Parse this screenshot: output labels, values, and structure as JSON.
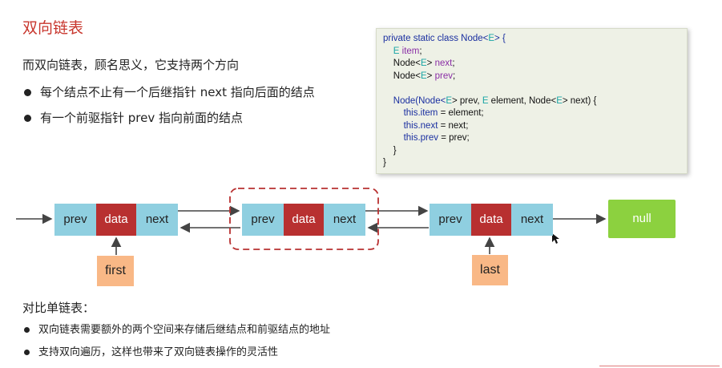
{
  "title": "双向链表",
  "intro": "而双向链表，顾名思义，它支持两个方向",
  "bullets": [
    "每个结点不止有一个后继指针 next 指向后面的结点",
    "有一个前驱指针 prev 指向前面的结点"
  ],
  "code": {
    "l1_a": "private static class Node<",
    "l1_e": "E",
    "l1_b": "> {",
    "l2_e": "E",
    "l2_f": "item",
    "l2_b": ";",
    "l3_a": "Node<",
    "l3_e": "E",
    "l3_b": "> ",
    "l3_f": "next",
    "l3_c": ";",
    "l4_a": "Node<",
    "l4_e": "E",
    "l4_b": "> ",
    "l4_f": "prev",
    "l4_c": ";",
    "l6_a": "Node(Node<",
    "l6_e1": "E",
    "l6_b": "> prev, ",
    "l6_e2": "E",
    "l6_c": " element, Node<",
    "l6_e3": "E",
    "l6_d": "> next) {",
    "l7_k": "this.",
    "l7_f": "item",
    "l7_b": " = element;",
    "l8_k": "this.",
    "l8_f": "next",
    "l8_b": " = next;",
    "l9_k": "this.",
    "l9_f": "prev",
    "l9_b": " = prev;",
    "l10": "}",
    "l11": "}"
  },
  "nodes": [
    {
      "prev": "prev",
      "data": "data",
      "next": "next"
    },
    {
      "prev": "prev",
      "data": "data",
      "next": "next"
    },
    {
      "prev": "prev",
      "data": "data",
      "next": "next"
    }
  ],
  "null_label": "null",
  "first_label": "first",
  "last_label": "last",
  "compare_title": "对比单链表：",
  "compare_bullets": [
    "双向链表需要额外的两个空间来存储后继结点和前驱结点的地址",
    "支持双向遍历，这样也带来了双向链表操作的灵活性"
  ],
  "colors": {
    "title": "#c8362d",
    "node_blue": "#8fcfe0",
    "node_red": "#b83030",
    "null_green": "#8cd13f",
    "pointer_orange": "#f9b886",
    "highlight_dash": "#b83030"
  }
}
